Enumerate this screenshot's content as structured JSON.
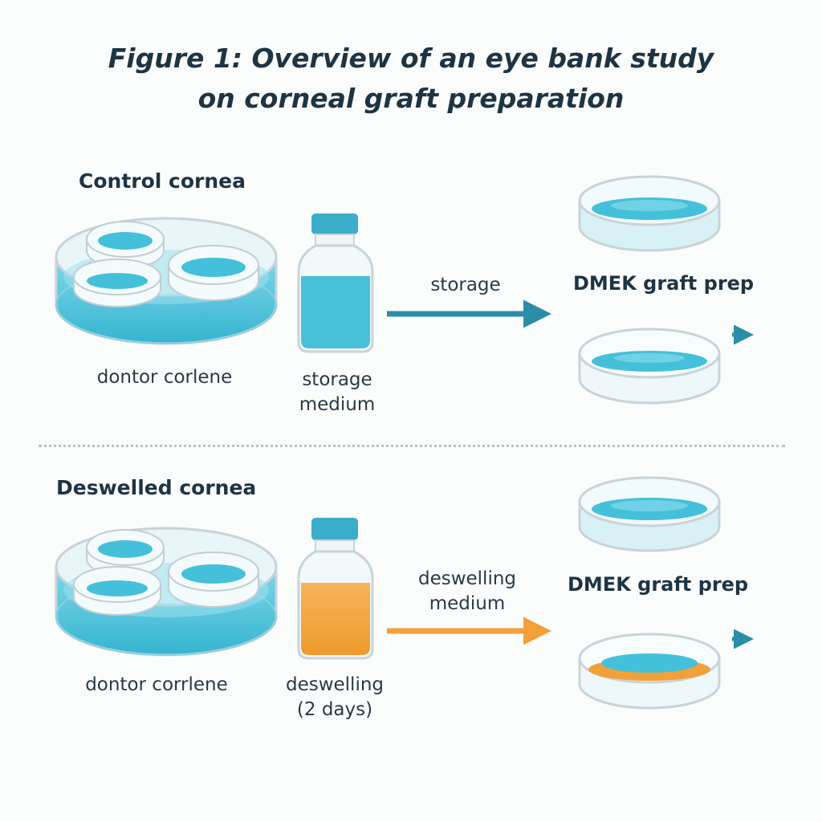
{
  "title_line1": "Figure 1: Overview of an eye bank study",
  "title_line2": "on corneal graft preparation",
  "colors": {
    "storage_blue": "#3fbfd8",
    "bottle_cap": "#3aaec8",
    "arrow_teal": "#2b8ea6",
    "deswell_orange": "#f2a03a",
    "glass_edge": "#c9d3d8",
    "text_dark": "#1e3443"
  },
  "control": {
    "label": "Control cornea",
    "dish_caption": "dontor corlene",
    "bottle_caption_line1": "storage",
    "bottle_caption_line2": "medium",
    "arrow_label": "storage",
    "result_label": "DMEK graft prep",
    "medium_icon": "bottle-icon-blue"
  },
  "deswelled": {
    "label": "Deswelled cornea",
    "dish_caption": "dontor corrlene",
    "bottle_caption_line1": "deswelling",
    "bottle_caption_line2": "(2 days)",
    "arrow_label_line1": "deswelling",
    "arrow_label_line2": "medium",
    "result_label": "DMEK graft prep",
    "medium_icon": "bottle-icon-orange"
  }
}
